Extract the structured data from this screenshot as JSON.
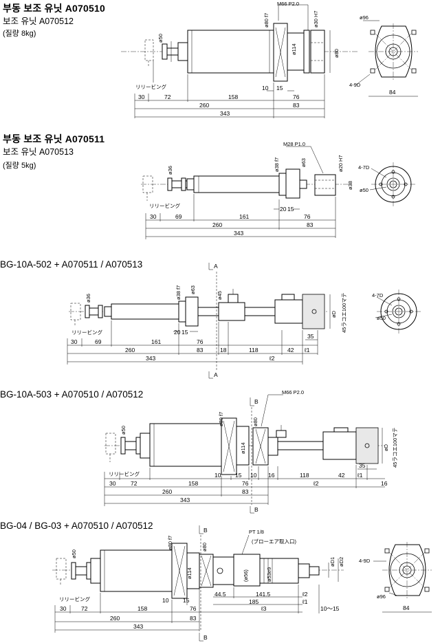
{
  "sections": [
    {
      "title": "부동 보조 유닛 A070510",
      "subtitle": "보조 유닛 A070512",
      "note": "(질량 8kg)",
      "labels": {
        "release": "リリービング",
        "shaft_dia": "ø50",
        "collar": "ø80 f7",
        "thread": "M66 P2.0",
        "bore": "ø30 H7",
        "body_dia": "ø114",
        "out_dia": "ø80",
        "face_dia": "ø96",
        "holes": "4-9D",
        "width": "84",
        "gap1": "10",
        "gap2": "15"
      },
      "dims": {
        "d30": "30",
        "d72": "72",
        "d158": "158",
        "d76": "76",
        "d260": "260",
        "d83": "83",
        "d343": "343"
      }
    },
    {
      "title": "부동 보조 유닛 A070511",
      "subtitle": "보조 유닛 A070513",
      "note": "(질량 5kg)",
      "labels": {
        "release": "リリービング",
        "shaft_dia": "ø36",
        "collar": "ø38 f7",
        "thread": "M28 P1.0",
        "flange": "ø63",
        "bore": "ø20 H7",
        "out_dia": "ø38",
        "holes": "4-7D",
        "face_dia": "ø50",
        "gap1": "20",
        "gap2": "15"
      },
      "dims": {
        "d30": "30",
        "d69": "69",
        "d161": "161",
        "d76": "76",
        "d260": "260",
        "d83": "83",
        "d343": "343"
      }
    },
    {
      "heading": "BG-10A-502 + A070511 / A070513",
      "labels": {
        "release": "リリービング",
        "shaft_dia": "ø36",
        "collar": "ø38 f7",
        "flange": "ø63",
        "d45": "ø45",
        "od": "øD",
        "tap": "45ラコエ100マテ",
        "holes": "4-7D",
        "face_dia": "ø50",
        "sec_a": "A",
        "gap1": "20",
        "gap2": "15",
        "d35": "35"
      },
      "dims": {
        "d30": "30",
        "d69": "69",
        "d161": "161",
        "d76": "76",
        "d260": "260",
        "d83": "83",
        "d18": "18",
        "d118": "118",
        "d42": "42",
        "l1": "ℓ1",
        "d343": "343",
        "l2": "ℓ2"
      }
    },
    {
      "heading": "BG-10A-503 + A070510 / A070512",
      "labels": {
        "release": "リリービング",
        "shaft_dia": "ø50",
        "collar": "ø80 f7",
        "body_dia": "ø114",
        "flange": "ø80",
        "thread": "M66 P2.0",
        "od": "øD",
        "tap": "45ラコエ100マテ",
        "sec_b": "B",
        "d35": "35"
      },
      "dims": {
        "d30": "30",
        "d72": "72",
        "d158": "158",
        "d10": "10",
        "d15": "15",
        "d10b": "10",
        "d16": "16",
        "d118": "118",
        "d42": "42",
        "l1": "ℓ1",
        "d16b": "16",
        "d76": "76",
        "d260": "260",
        "d83": "83",
        "d343": "343",
        "l2": "ℓ2"
      }
    },
    {
      "heading": "BG-04 / BG-03 + A070510 / A070512",
      "labels": {
        "release": "リリービング",
        "shaft_dia": "ø50",
        "collar": "ø80 f7",
        "body_dia": "ø114",
        "flange": "ø80",
        "pt": "PT 1/8",
        "air": "(ブローエア取入口)",
        "d56": "(ø56)",
        "d53": "ø53e9",
        "d1": "øD1",
        "d2": "øD2",
        "holes": "4-9D",
        "face_dia": "ø96",
        "width": "84",
        "sec_b": "B"
      },
      "dims": {
        "d30": "30",
        "d72": "72",
        "d158": "158",
        "d10": "10",
        "d15": "15",
        "d445": "44.5",
        "d1415": "141.5",
        "l2": "ℓ2",
        "d185": "185",
        "l1": "ℓ1",
        "d76": "76",
        "d83": "83",
        "l3": "ℓ3",
        "d1015": "10〜15",
        "d260": "260",
        "d343": "343"
      }
    }
  ]
}
